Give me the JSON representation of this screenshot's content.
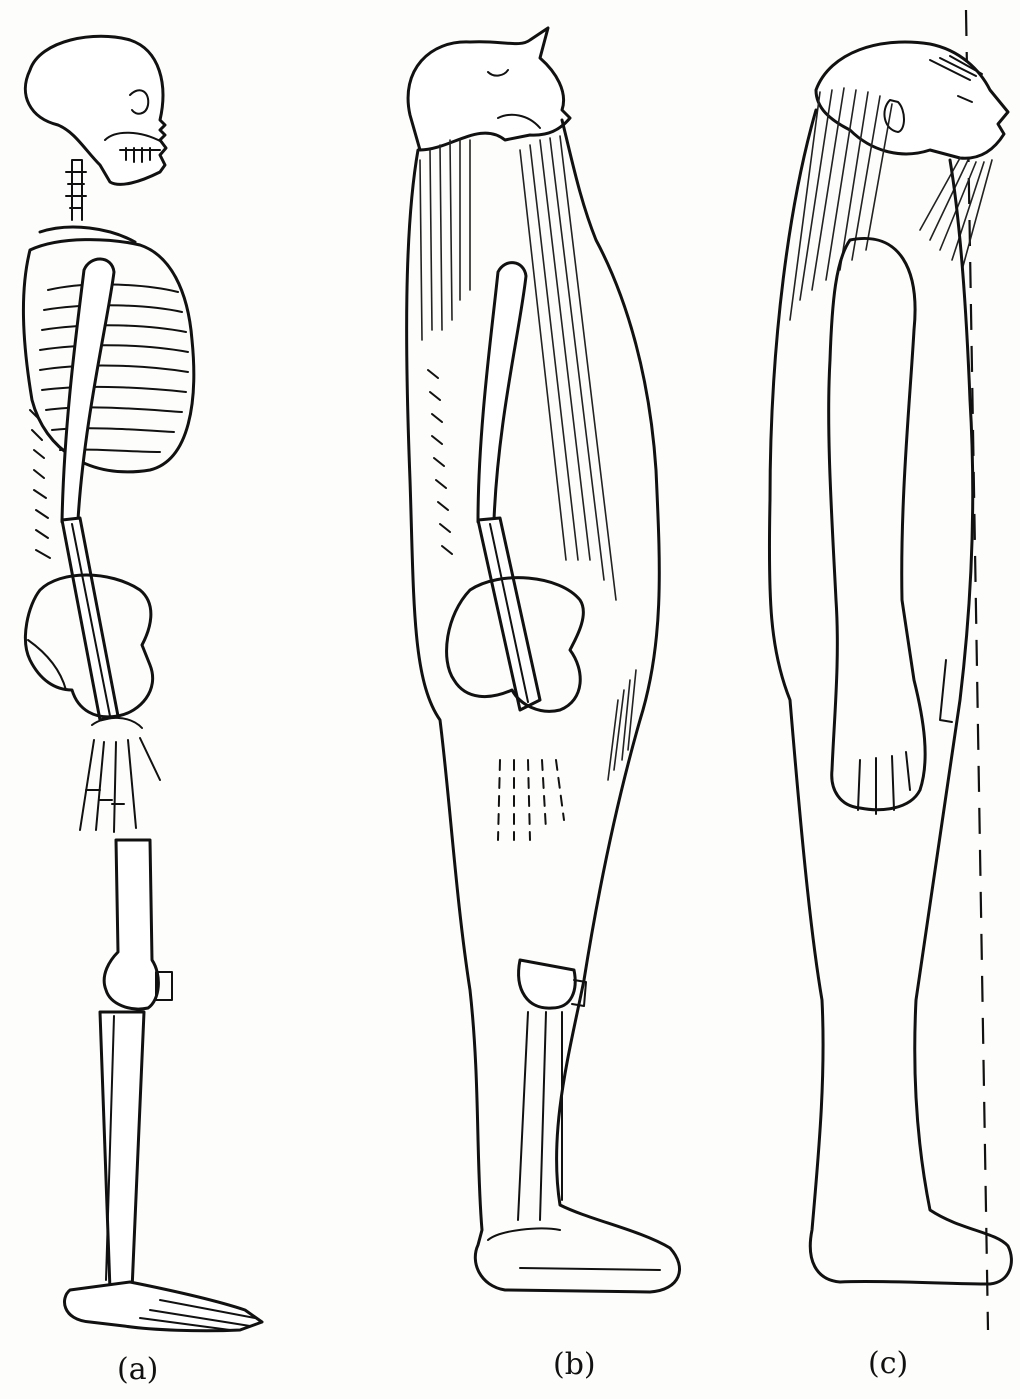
{
  "figure": {
    "panels": [
      {
        "id": "a",
        "label": "(a)"
      },
      {
        "id": "b",
        "label": "(b)"
      },
      {
        "id": "c",
        "label": "(c)"
      }
    ]
  }
}
